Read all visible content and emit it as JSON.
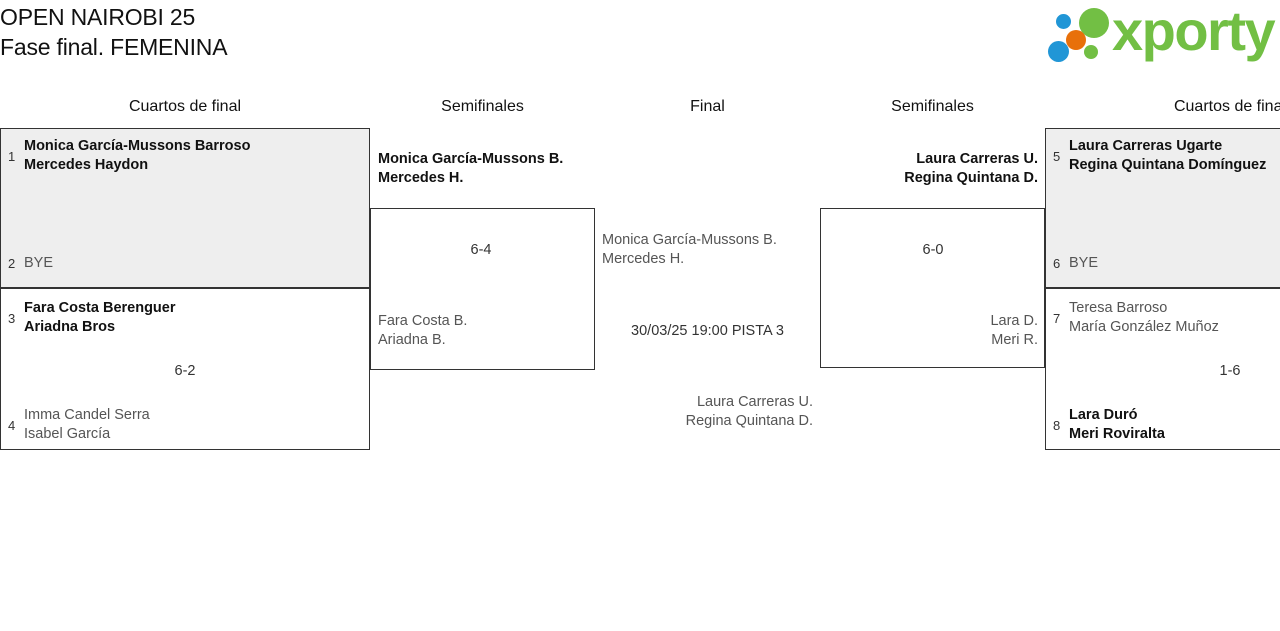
{
  "header": {
    "tournament": "OPEN NAIROBI 25",
    "phase": "Fase final. FEMENINA",
    "logo_text": "xporty",
    "logo_colors": {
      "green": "#72bf44",
      "blue": "#2196d6",
      "orange": "#e8700a"
    }
  },
  "round_headers": {
    "qf_left": "Cuartos de final",
    "sf_left": "Semifinales",
    "final": "Final",
    "sf_right": "Semifinales",
    "qf_right": "Cuartos de final"
  },
  "bracket": {
    "quarterfinals_left": [
      {
        "top": {
          "seed": "1",
          "player1": "Monica García-Mussons Barroso",
          "player2": "Mercedes Haydon",
          "winner": true
        },
        "bottom": {
          "seed": "2",
          "player1": "BYE",
          "player2": "",
          "winner": false
        },
        "score": ""
      },
      {
        "top": {
          "seed": "3",
          "player1": "Fara Costa Berenguer",
          "player2": "Ariadna Bros",
          "winner": true
        },
        "bottom": {
          "seed": "4",
          "player1": "Imma Candel Serra",
          "player2": "Isabel García",
          "winner": false
        },
        "score": "6-2"
      }
    ],
    "semifinal_left": {
      "top": {
        "player1": "Monica García-Mussons B.",
        "player2": "Mercedes H.",
        "winner": true
      },
      "bottom": {
        "player1": "Fara Costa B.",
        "player2": "Ariadna B.",
        "winner": false
      },
      "score": "6-4"
    },
    "final": {
      "top": {
        "player1": "Monica García-Mussons B.",
        "player2": "Mercedes H.",
        "winner": false
      },
      "bottom": {
        "player1": "Laura Carreras U.",
        "player2": "Regina Quintana D.",
        "winner": false
      },
      "schedule": "30/03/25 19:00 PISTA 3"
    },
    "semifinal_right": {
      "top": {
        "player1": "Laura Carreras U.",
        "player2": "Regina Quintana D.",
        "winner": true
      },
      "bottom": {
        "player1": "Lara D.",
        "player2": "Meri R.",
        "winner": false
      },
      "score": "6-0"
    },
    "quarterfinals_right": [
      {
        "top": {
          "seed": "5",
          "player1": "Laura Carreras Ugarte",
          "player2": "Regina Quintana Domínguez",
          "winner": true
        },
        "bottom": {
          "seed": "6",
          "player1": "BYE",
          "player2": "",
          "winner": false
        },
        "score": ""
      },
      {
        "top": {
          "seed": "7",
          "player1": "Teresa Barroso",
          "player2": "María González Muñoz",
          "winner": false
        },
        "bottom": {
          "seed": "8",
          "player1": "Lara Duró",
          "player2": "Meri Roviralta",
          "winner": true
        },
        "score": "1-6"
      }
    ]
  }
}
